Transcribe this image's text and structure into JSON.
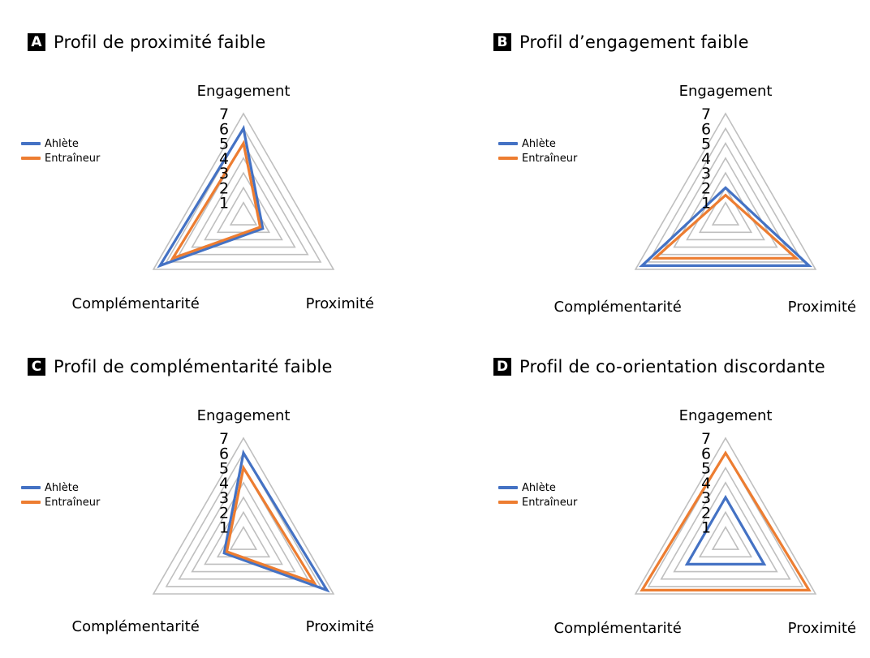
{
  "legend": [
    {
      "name": "Ahlète",
      "color": "#4472C4"
    },
    {
      "name": "Entraîneur",
      "color": "#ED7D31"
    }
  ],
  "grid_color": "#BFBFBF",
  "chart_data": [
    {
      "type": "radar",
      "letter": "A",
      "title": "Profil de proximité faible",
      "axes": [
        "Engagement",
        "Proximité",
        "Complémentarité"
      ],
      "rlim": [
        0,
        7
      ],
      "ticks": [
        "1",
        "2",
        "3",
        "4",
        "5",
        "6",
        "7"
      ],
      "grid": true,
      "legend_position": "left",
      "series": [
        {
          "name": "Ahlète",
          "values": [
            6,
            1.5,
            6.5
          ]
        },
        {
          "name": "Entraîneur",
          "values": [
            5,
            1.3,
            5.5
          ]
        }
      ]
    },
    {
      "type": "radar",
      "letter": "B",
      "title": "Profil d’engagement faible",
      "axes": [
        "Engagement",
        "Proximité",
        "Complémentarité"
      ],
      "rlim": [
        0,
        7
      ],
      "ticks": [
        "1",
        "2",
        "3",
        "4",
        "5",
        "6",
        "7"
      ],
      "grid": true,
      "legend_position": "left",
      "series": [
        {
          "name": "Ahlète",
          "values": [
            2,
            6.5,
            6.5
          ]
        },
        {
          "name": "Entraîneur",
          "values": [
            1.5,
            5.5,
            5.5
          ]
        }
      ]
    },
    {
      "type": "radar",
      "letter": "C",
      "title": "Profil de complémentarité faible",
      "axes": [
        "Engagement",
        "Proximité",
        "Complémentarité"
      ],
      "rlim": [
        0,
        7
      ],
      "ticks": [
        "1",
        "2",
        "3",
        "4",
        "5",
        "6",
        "7"
      ],
      "grid": true,
      "legend_position": "left",
      "series": [
        {
          "name": "Ahlète",
          "values": [
            6,
            6.5,
            1.5
          ]
        },
        {
          "name": "Entraîneur",
          "values": [
            5,
            5.5,
            1.3
          ]
        }
      ]
    },
    {
      "type": "radar",
      "letter": "D",
      "title": "Profil de co-orientation discordante",
      "axes": [
        "Engagement",
        "Proximité",
        "Complémentarité"
      ],
      "rlim": [
        0,
        7
      ],
      "ticks": [
        "1",
        "2",
        "3",
        "4",
        "5",
        "6",
        "7"
      ],
      "grid": true,
      "legend_position": "left",
      "series": [
        {
          "name": "Ahlète",
          "values": [
            3,
            3,
            3
          ]
        },
        {
          "name": "Entraîneur",
          "values": [
            6,
            6.5,
            6.5
          ]
        }
      ]
    }
  ]
}
